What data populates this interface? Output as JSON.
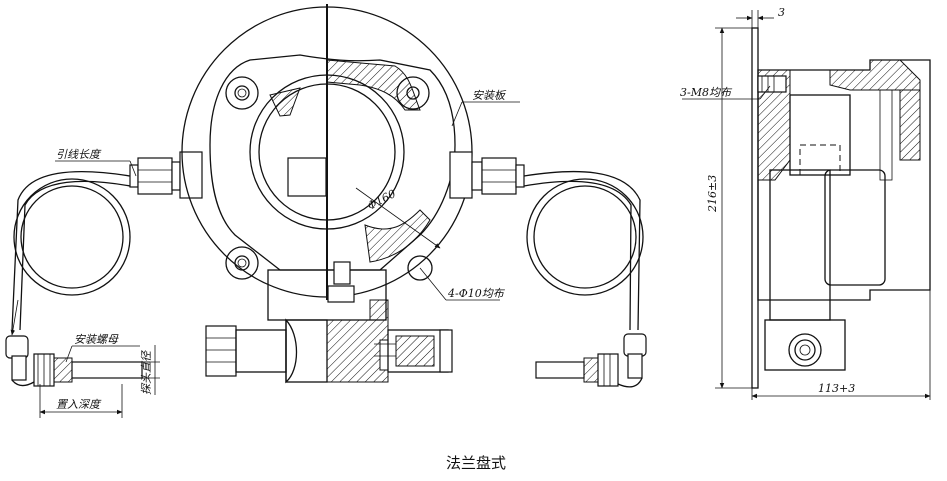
{
  "diagram": {
    "caption": "法兰盘式",
    "labels": {
      "lead_length": "引线长度",
      "mounting_plate": "安装板",
      "diameter": "Φ160",
      "holes": "4-Φ10均布",
      "mounting_nut": "安装螺母",
      "insert_depth": "置入深度",
      "probe_diameter": "探头直径",
      "bolts": "3-M8均布",
      "thickness": "3",
      "height": "216±3",
      "width": "113+3"
    }
  }
}
